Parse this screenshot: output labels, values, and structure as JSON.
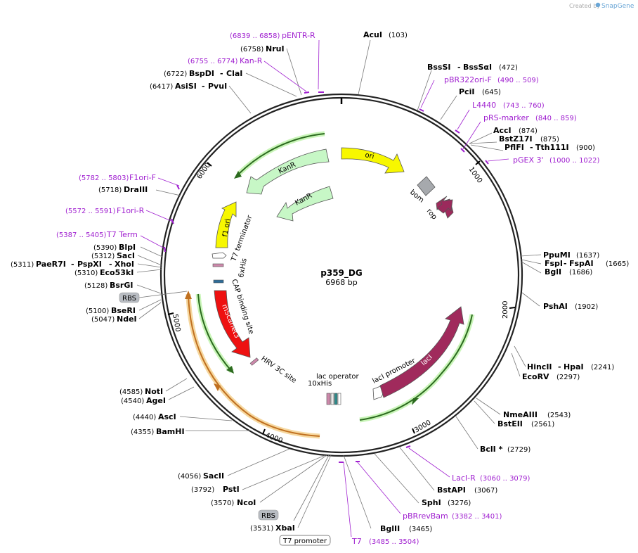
{
  "credit": {
    "created_by": "Created by",
    "brand": "SnapGene"
  },
  "plasmid": {
    "name": "p359_DG",
    "length": "6968 bp"
  },
  "ticks": [
    "1000",
    "2000",
    "3000",
    "4000",
    "5000",
    "6000"
  ],
  "enzymes": [
    {
      "name": "AcuI",
      "pos": "(103)"
    },
    {
      "name": "BssSI",
      "name2": "BssSαI",
      "pos": "(472)"
    },
    {
      "name": "PciI",
      "pos": "(645)"
    },
    {
      "name": "AccI",
      "pos": "(874)"
    },
    {
      "name": "BstZ17I",
      "pos": "(875)"
    },
    {
      "name": "PflFI",
      "name2": "Tth111I",
      "pos": "(900)"
    },
    {
      "name": "PpuMI",
      "pos": "(1637)"
    },
    {
      "name": "FspI",
      "name2": "FspAI",
      "pos": "(1665)"
    },
    {
      "name": "BglI",
      "pos": "(1686)"
    },
    {
      "name": "PshAI",
      "pos": "(1902)"
    },
    {
      "name": "HincII",
      "name2": "HpaI",
      "pos": "(2241)"
    },
    {
      "name": "EcoRV",
      "pos": "(2297)"
    },
    {
      "name": "NmeAIII",
      "pos": "(2543)"
    },
    {
      "name": "BstEII",
      "pos": "(2561)"
    },
    {
      "name": "BclI *",
      "pos": "(2729)"
    },
    {
      "name": "BstAPI",
      "pos": "(3067)"
    },
    {
      "name": "SphI",
      "pos": "(3276)"
    },
    {
      "name": "BglII",
      "pos": "(3465)"
    },
    {
      "name": "XbaI",
      "pos": "(3531)"
    },
    {
      "name": "NcoI",
      "pos": "(3570)"
    },
    {
      "name": "PstI",
      "pos": "(3792)"
    },
    {
      "name": "SacII",
      "pos": "(4056)"
    },
    {
      "name": "BamHI",
      "pos": "(4355)"
    },
    {
      "name": "AscI",
      "pos": "(4440)"
    },
    {
      "name": "AgeI",
      "pos": "(4540)"
    },
    {
      "name": "NotI",
      "pos": "(4585)"
    },
    {
      "name": "NdeI",
      "pos": "(5047)"
    },
    {
      "name": "BseRI",
      "pos": "(5100)"
    },
    {
      "name": "BsrGI",
      "pos": "(5128)"
    },
    {
      "name": "Eco53kI",
      "pos": "(5310)"
    },
    {
      "name": "PaeR7I",
      "name2": "PspXI",
      "name3": "XhoI",
      "pos": "(5311)"
    },
    {
      "name": "SacI",
      "pos": "(5312)"
    },
    {
      "name": "BlpI",
      "pos": "(5390)"
    },
    {
      "name": "DraIII",
      "pos": "(5718)"
    },
    {
      "name": "AsiSI",
      "name2": "PvuI",
      "pos": "(6417)"
    },
    {
      "name": "BspDI",
      "name2": "ClaI",
      "pos": "(6722)"
    },
    {
      "name": "NruI",
      "pos": "(6758)"
    }
  ],
  "primers": [
    {
      "name": "pENTR-R",
      "range": "(6839 .. 6858)"
    },
    {
      "name": "Kan-R",
      "range": "(6755 .. 6774)"
    },
    {
      "name": "pBR322ori-F",
      "range": "(490 .. 509)"
    },
    {
      "name": "L4440",
      "range": "(743 .. 760)"
    },
    {
      "name": "pRS-marker",
      "range": "(840 .. 859)"
    },
    {
      "name": "pGEX 3'",
      "range": "(1000 .. 1022)"
    },
    {
      "name": "F1ori-F",
      "range": "(5782 .. 5803)"
    },
    {
      "name": "F1ori-R",
      "range": "(5572 .. 5591)"
    },
    {
      "name": "T7 Term",
      "range": "(5387 .. 5405)"
    },
    {
      "name": "LacI-R",
      "range": "(3060 .. 3079)"
    },
    {
      "name": "pBRrevBam",
      "range": "(3382 .. 3401)"
    },
    {
      "name": "T7",
      "range": "(3485 .. 3504)"
    }
  ],
  "boxed": {
    "rbs_left": "RBS",
    "rbs_bottom": "RBS",
    "t7_promoter": "T7 promoter"
  },
  "features": {
    "ori": "ori",
    "kanr_outer": "KanR",
    "kanr_inner": "KanR",
    "bom": "bom",
    "rop": "rop",
    "f1ori": "f1 ori",
    "t7term": "T7 terminator",
    "sixhis": "6xHis",
    "cap": "CAP binding site",
    "mscarlet": "mScarlet3",
    "hrv": "HRV 3C site",
    "lacop": "lac operator",
    "tenhis": "10xHis",
    "lacpromoter": "lacI promoter",
    "laci": "lacI"
  }
}
